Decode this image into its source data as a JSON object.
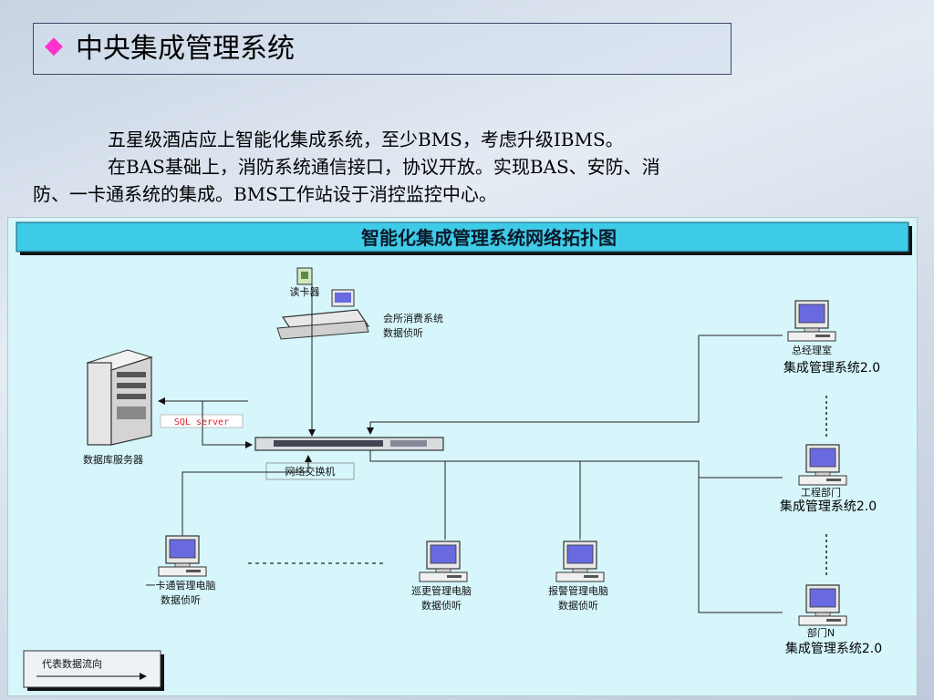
{
  "slide": {
    "title": "中央集成管理系统",
    "title_bullet": "◆",
    "paragraphs": [
      "五星级酒店应上智能化集成系统，至少BMS，考虑升级IBMS。",
      "在BAS基础上，消防系统通信接口，协议开放。实现BAS、安防、消",
      "防、一卡通系统的集成。BMS工作站设于消控监控中心。"
    ]
  },
  "diagram": {
    "header": "智能化集成管理系统网络拓扑图",
    "nodes": {
      "card_reader": "读卡器",
      "club_pos": [
        "会所消费系统",
        "数据侦听"
      ],
      "db_server": "数据库服务器",
      "sql_server": "SQL server",
      "switch": "网络交换机",
      "gm_office": [
        "总经理室",
        "集成管理系统2.0"
      ],
      "engineering": [
        "工程部门",
        "集成管理系统2.0"
      ],
      "dept_n": [
        "部门N",
        "集成管理系统2.0"
      ],
      "card_pc": [
        "一卡通管理电脑",
        "数据侦听"
      ],
      "patrol_pc": [
        "巡更管理电脑",
        "数据侦听"
      ],
      "alarm_pc": [
        "报警管理电脑",
        "数据侦听"
      ]
    },
    "legend": "代表数据流向"
  },
  "colors": {
    "diagram_bg": "#d6f6fb",
    "header_bg": "#3ecbe8",
    "bullet": "#ff33cc",
    "sql_text": "#e0202a"
  }
}
